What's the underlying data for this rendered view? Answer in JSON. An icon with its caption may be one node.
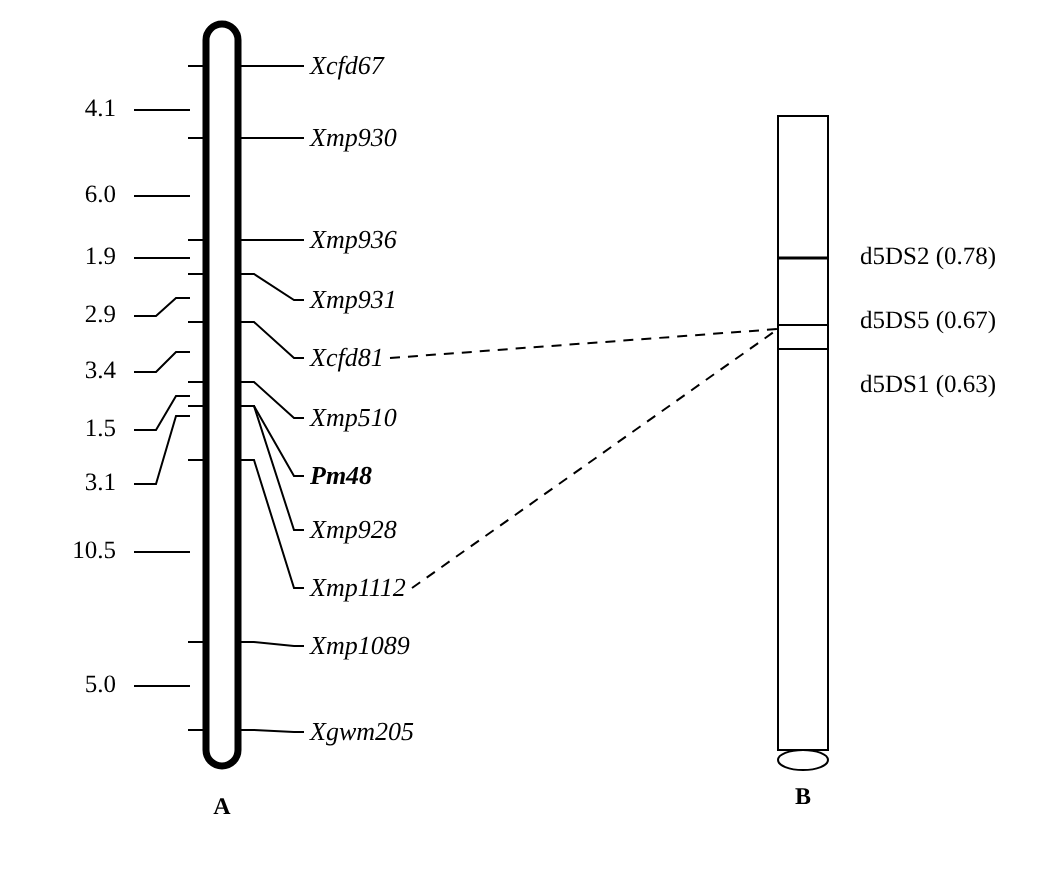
{
  "diagram": {
    "nodes": [
      {
        "text": [
          "A"
        ]
      },
      {
        "text": [
          "B"
        ]
      },
      {
        "text": [],
        "shape": "box",
        "in": 1
      },
      {
        "text": [
          "Xcfd67"
        ]
      },
      {
        "text": [
          "Xmp930"
        ]
      },
      {
        "text": [
          "Xmp936"
        ]
      },
      {
        "text": [
          "Xmp931"
        ]
      },
      {
        "text": [
          "Xcfd81"
        ]
      },
      {
        "text": [
          "Xmp510"
        ]
      },
      {
        "text": [
          "Pm48"
        ]
      },
      {
        "text": [
          "Xmp928"
        ]
      },
      {
        "text": [
          "Xmp1112"
        ]
      },
      {
        "text": [
          "Xmp1089"
        ]
      },
      {
        "text": [
          "Xgwm205"
        ]
      }
    ],
    "edges": [
      {
        "from": 3,
        "to": 0,
        "arrow": "none"
      },
      {
        "from": 4,
        "to": 0,
        "arrow": "none"
      },
      {
        "from": 5,
        "to": 0,
        "arrow": "none"
      },
      {
        "from": 6,
        "to": 0,
        "arrow": "none"
      },
      {
        "from": 7,
        "to": 0,
        "arrow": "none"
      },
      {
        "from": 8,
        "to": 0,
        "arrow": "none"
      },
      {
        "from": 9,
        "to": 0,
        "arrow": "none"
      },
      {
        "from": 10,
        "to": 0,
        "arrow": "none"
      },
      {
        "from": 11,
        "to": 0,
        "arrow": "none"
      },
      {
        "from": 12,
        "to": 0,
        "arrow": "none"
      },
      {
        "from": 13,
        "to": 0,
        "arrow": "none"
      },
      {
        "from": 7,
        "to": 2,
        "arrow": "none",
        "style": "dashed"
      },
      {
        "from": 11,
        "to": 2,
        "arrow": "none",
        "style": "dashed"
      }
    ],
    "labels": [
      "4.1",
      "6.0",
      "1.9",
      "2.9",
      "3.4",
      "1.5",
      "3.1",
      "10.5",
      "5.0",
      "d5DS2 (0.78)",
      "d5DS5 (0.67)",
      "d5DS1 (0.63)"
    ]
  }
}
